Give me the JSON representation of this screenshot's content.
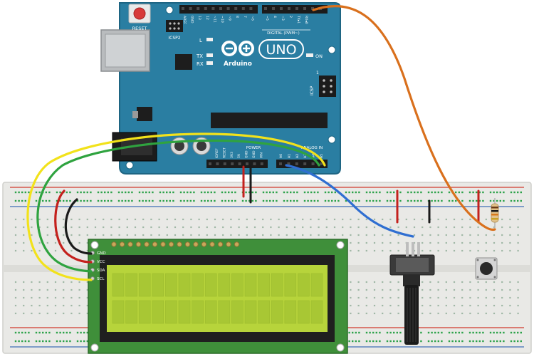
{
  "arduino": {
    "reset_label": "RESET",
    "icsp2_label": "ICSP2",
    "digital_label": "DIGITAL (PWM~)",
    "tx_label": "TX",
    "rx_label": "RX",
    "l_label": "L",
    "on_label": "ON",
    "brand": "Arduino",
    "model": "UNO",
    "icsp_label": "ICSP",
    "icsp_pin_one": "1",
    "power_label": "POWER",
    "analog_label": "ANALOG IN",
    "top_pins": [
      "AREF",
      "GND",
      "13",
      "12",
      "~11",
      "~10",
      "~9",
      "8",
      "7",
      "~6",
      "~5",
      "4",
      "~3",
      "2",
      "TX▸1",
      "RX◂0"
    ],
    "power_pins": [
      "IOREF",
      "RESET",
      "3V3",
      "5V",
      "GND",
      "GND",
      "VIN"
    ],
    "analog_pins": [
      "A0",
      "A1",
      "A2",
      "A3",
      "A4",
      "A5"
    ]
  },
  "lcd": {
    "pins": [
      "GND",
      "VCC",
      "SDA",
      "SCL"
    ]
  },
  "colors": {
    "board": "#2a7ea2",
    "board_edge": "#1e6583",
    "breadboard": "#e9e9e6",
    "rail_red": "#d23a2e",
    "rail_blue": "#3f6fb7",
    "hole_green": "#2ca24a",
    "lcd_pcb": "#3f8f3a",
    "lcd_screen": "#b7d43b",
    "lcd_bezel": "#1f1f1f",
    "wire_yellow": "#f2e21b",
    "wire_green": "#2fa33f",
    "wire_red": "#c4211d",
    "wire_black": "#1a1a1a",
    "wire_blue": "#2f6ed1",
    "wire_orange": "#d9701d"
  },
  "icons": {
    "potentiometer": "potentiometer-icon",
    "push_button": "push-button-icon",
    "resistor": "resistor-icon",
    "usb": "usb-port-icon",
    "power_jack": "power-jack-icon"
  }
}
